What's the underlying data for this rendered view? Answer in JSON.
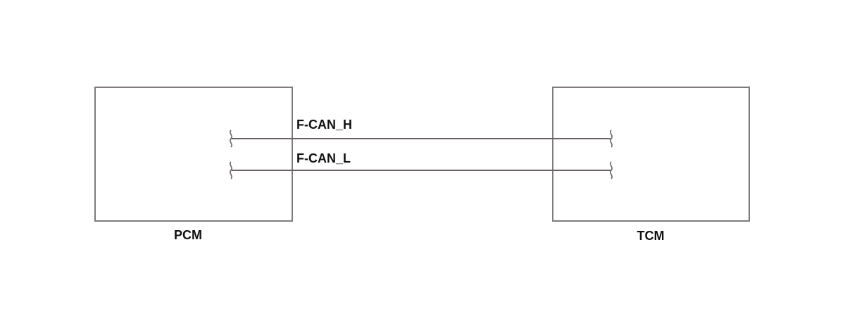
{
  "modules": {
    "left": {
      "label": "PCM"
    },
    "right": {
      "label": "TCM"
    }
  },
  "wires": [
    {
      "label": "F-CAN_H"
    },
    {
      "label": "F-CAN_L"
    }
  ],
  "colors": {
    "box_stroke": "#7f7b7b",
    "wire_stroke": "#6b6464",
    "text": "#111111"
  }
}
